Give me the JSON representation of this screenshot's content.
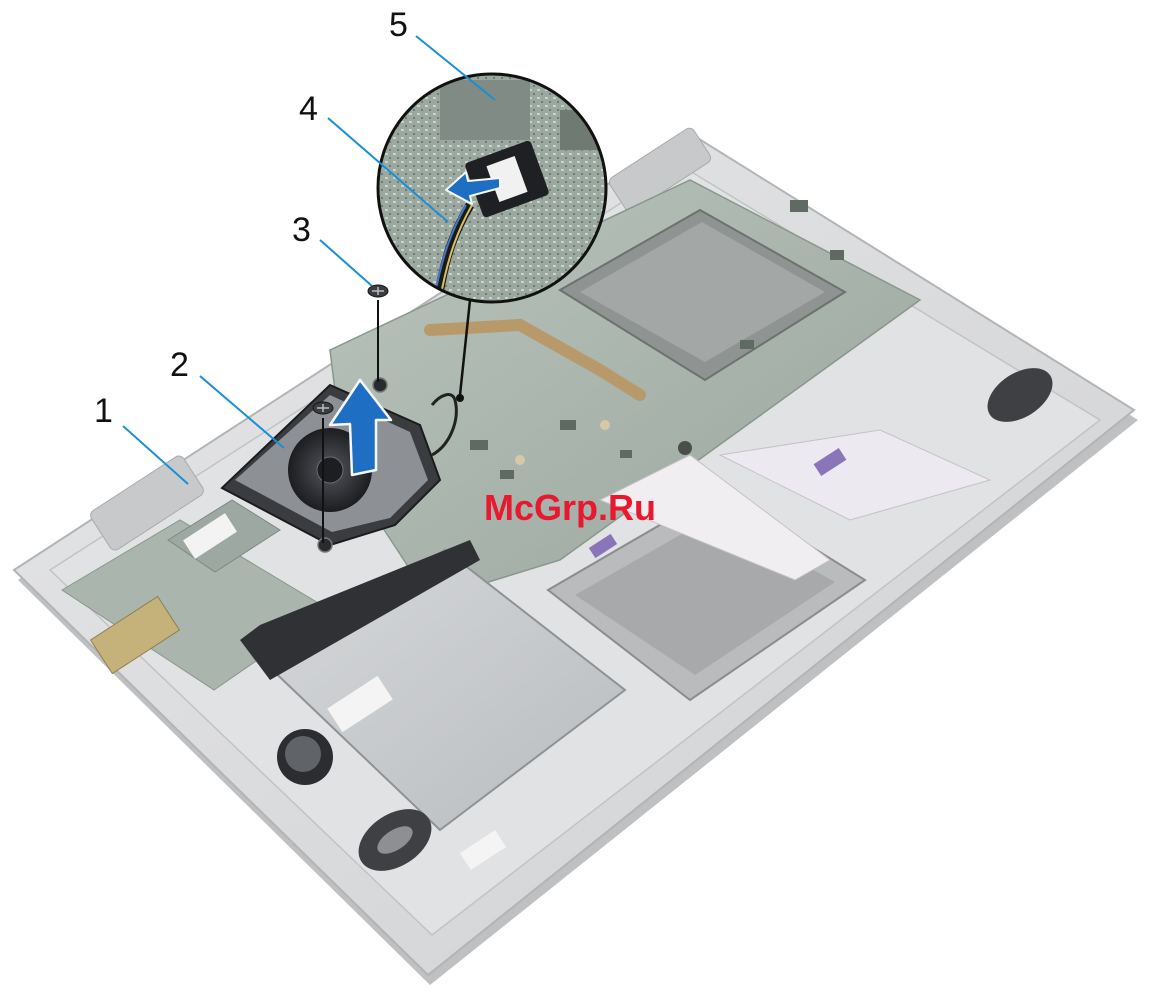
{
  "callouts": [
    {
      "num": "1",
      "part": "palm-rest-assembly"
    },
    {
      "num": "2",
      "part": "fan"
    },
    {
      "num": "3",
      "part": "screws"
    },
    {
      "num": "4",
      "part": "fan-cable"
    },
    {
      "num": "5",
      "part": "system-board-connector"
    }
  ],
  "watermark": {
    "text": "McGrp.Ru"
  },
  "colors": {
    "leader_line": "#1a8fd6",
    "arrow": "#1e6fc4",
    "watermark": "#e8182e",
    "chassis": "#d9dadc",
    "board": "#a9b4ad",
    "fan": "#3a3c40"
  },
  "icons": {
    "direction_arrow": "arrow-up-icon",
    "disconnect_arrow": "arrow-left-icon"
  }
}
